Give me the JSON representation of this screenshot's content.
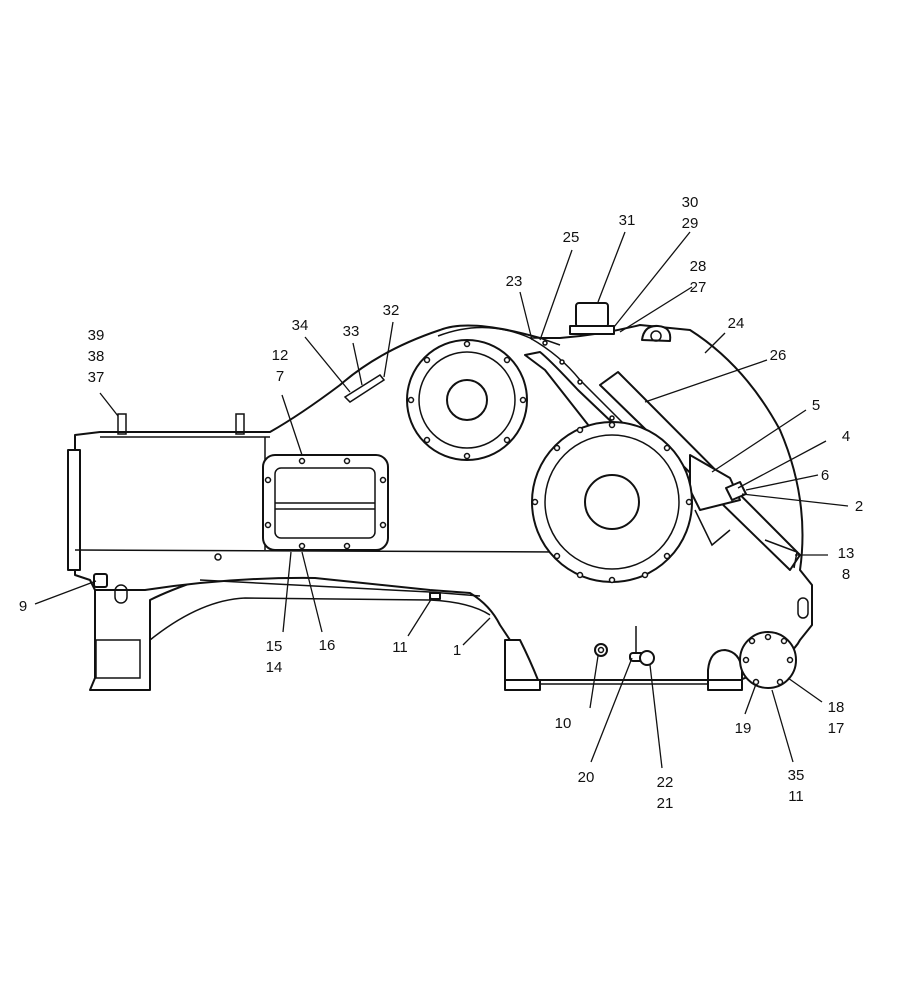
{
  "callouts": [
    {
      "id": "c39-38-37",
      "lines": [
        "39",
        "38",
        "37"
      ]
    },
    {
      "id": "c12-7",
      "lines": [
        "12",
        "7"
      ]
    },
    {
      "id": "c34",
      "lines": [
        "34"
      ]
    },
    {
      "id": "c33",
      "lines": [
        "33"
      ]
    },
    {
      "id": "c32",
      "lines": [
        "32"
      ]
    },
    {
      "id": "c23",
      "lines": [
        "23"
      ]
    },
    {
      "id": "c25",
      "lines": [
        "25"
      ]
    },
    {
      "id": "c31",
      "lines": [
        "31"
      ]
    },
    {
      "id": "c30-29",
      "lines": [
        "30",
        "29"
      ]
    },
    {
      "id": "c28-27",
      "lines": [
        "28",
        "27"
      ]
    },
    {
      "id": "c24",
      "lines": [
        "24"
      ]
    },
    {
      "id": "c26",
      "lines": [
        "26"
      ]
    },
    {
      "id": "c5",
      "lines": [
        "5"
      ]
    },
    {
      "id": "c4",
      "lines": [
        "4"
      ]
    },
    {
      "id": "c6",
      "lines": [
        "6"
      ]
    },
    {
      "id": "c2",
      "lines": [
        "2"
      ]
    },
    {
      "id": "c13-8",
      "lines": [
        "13",
        "8"
      ]
    },
    {
      "id": "c9",
      "lines": [
        "9"
      ]
    },
    {
      "id": "c15-14",
      "lines": [
        "15",
        "14"
      ]
    },
    {
      "id": "c16",
      "lines": [
        "16"
      ]
    },
    {
      "id": "c11a",
      "lines": [
        "11"
      ]
    },
    {
      "id": "c1",
      "lines": [
        "1"
      ]
    },
    {
      "id": "c10",
      "lines": [
        "10"
      ]
    },
    {
      "id": "c20",
      "lines": [
        "20"
      ]
    },
    {
      "id": "c22-21",
      "lines": [
        "22",
        "21"
      ]
    },
    {
      "id": "c19",
      "lines": [
        "19"
      ]
    },
    {
      "id": "c18-17",
      "lines": [
        "18",
        "17"
      ]
    },
    {
      "id": "c35-11",
      "lines": [
        "35",
        "11"
      ]
    }
  ]
}
